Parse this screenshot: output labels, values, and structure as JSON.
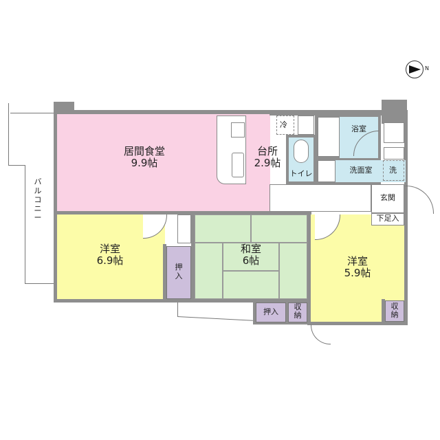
{
  "rooms": {
    "ldk": {
      "name": "居間食堂",
      "size": "9.9帖"
    },
    "kitchen": {
      "name": "台所",
      "size": "2.9帖"
    },
    "western_left": {
      "name": "洋室",
      "size": "6.9帖"
    },
    "japanese": {
      "name": "和室",
      "size": "6帖"
    },
    "western_right": {
      "name": "洋室",
      "size": "5.9帖"
    },
    "toilet": {
      "name": "トイレ"
    },
    "bath": {
      "name": "浴室"
    },
    "washroom": {
      "name": "洗面室"
    },
    "entrance": {
      "name": "玄関"
    },
    "shoe_storage": {
      "name": "下足入"
    },
    "closet_left": {
      "name": "押入"
    },
    "closet_bottom": {
      "name": "押入"
    },
    "storage_bottom": {
      "name": "収納"
    },
    "storage_right": {
      "name": "収納"
    },
    "balcony": {
      "name": "バルコニー"
    },
    "fridge": {
      "name": "冷"
    },
    "washer": {
      "name": "洗"
    }
  },
  "compass": {
    "label": "N",
    "icon": "north-arrow-icon"
  },
  "colors": {
    "ldk": "#fad2e4",
    "western": "#fcfca8",
    "japanese": "#d6eecb",
    "wet": "#cde9f1",
    "closet": "#cdbfdc",
    "wall": "#8e8e8e"
  }
}
